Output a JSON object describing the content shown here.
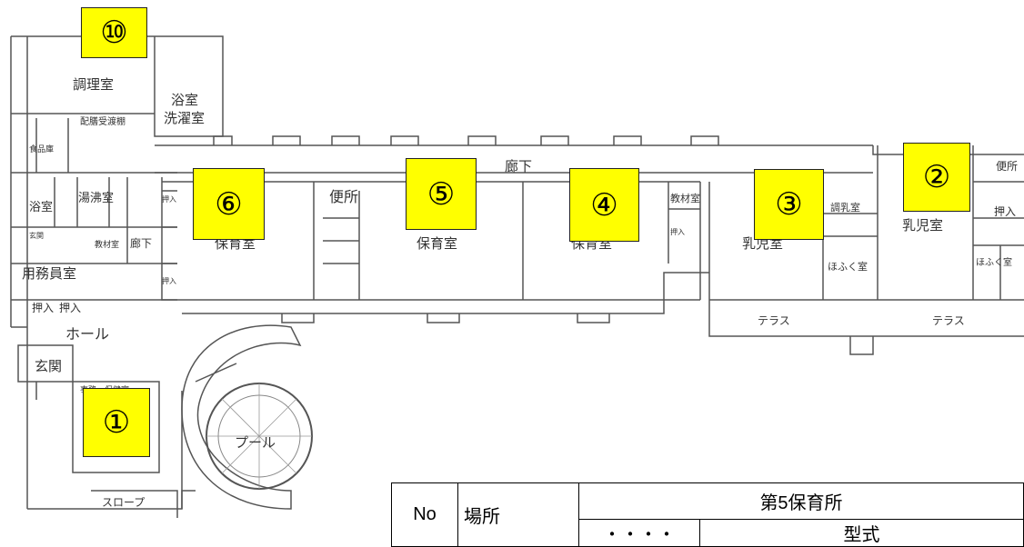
{
  "rooms": {
    "cooking_room": "調理室",
    "bath_room": "浴室",
    "laundry_room": "洗濯室",
    "delivery_room": "配膳受渡棚",
    "food_storage": "食品庫",
    "bathroom_small": "浴室",
    "hot_water_room": "湯沸室",
    "entrance_small": "玄関",
    "materials_room_a": "教材室",
    "corridor_side": "廊下",
    "closet_a": "押入",
    "closet_b": "押入",
    "janitor_room": "用務員室",
    "closet_c": "押入",
    "closet_d": "押入",
    "hall": "ホール",
    "entrance": "玄関",
    "office": "事務・保健室",
    "slope": "スロープ",
    "pool": "プール",
    "corridor_main": "廊下",
    "toilet_a": "便所",
    "nursery_6": "保育室",
    "nursery_5": "保育室",
    "nursery_4": "保育室",
    "materials_room_b": "教材室",
    "closet_e": "押入",
    "infant_room_3": "乳児室",
    "formula_room": "調乳室",
    "clothes_room_a": "ほふく室",
    "infant_room_2": "乳児室",
    "toilet_b": "便所",
    "closet_f": "押入",
    "clothes_room_b": "ほふく室",
    "terrace_a": "テラス",
    "terrace_b": "テラス"
  },
  "markers": [
    "⑩",
    "①",
    "⑥",
    "⑤",
    "④",
    "③",
    "②"
  ],
  "table": {
    "col_no": "No",
    "col_place": "場所",
    "facility": "第5保育所",
    "sub_a": "・・・・",
    "sub_b": "型式"
  }
}
